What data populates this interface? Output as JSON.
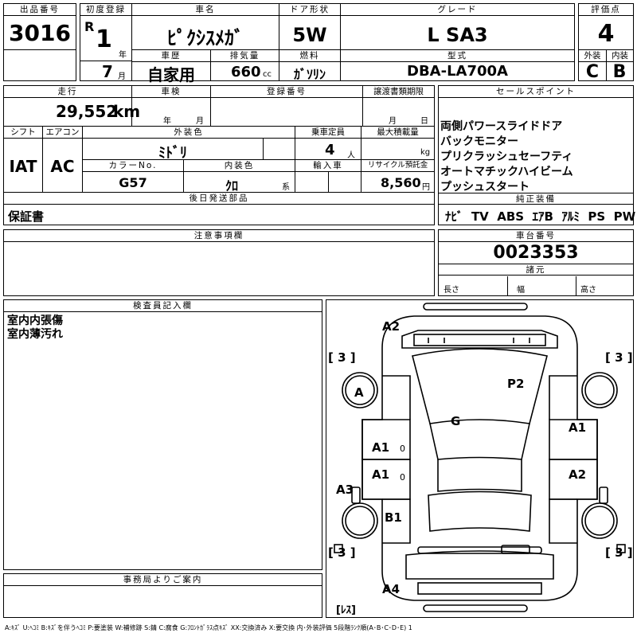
{
  "header": {
    "lot_no_label": "出品番号",
    "lot_no": "3016",
    "first_reg_label": "初度登録",
    "era": "R",
    "year_num": "1",
    "year_unit": "年",
    "month_num": "7",
    "month_unit": "月",
    "car_name_label": "車名",
    "car_name": "ﾋﾟｸｼｽﾒｶﾞ",
    "door_label": "ドア形状",
    "door": "5W",
    "grade_label": "グレード",
    "grade": "L SA3",
    "score_label": "評価点",
    "score": "4",
    "history_label": "車歴",
    "history": "自家用",
    "displacement_label": "排気量",
    "displacement": "660",
    "displacement_unit": "cc",
    "fuel_label": "燃料",
    "fuel": "ｶﾞｿﾘﾝ",
    "model_label": "型式",
    "model": "DBA-LA700A",
    "exterior_label": "外装",
    "exterior": "C",
    "interior_label": "内装",
    "interior": "B"
  },
  "row2": {
    "mileage_label": "走行",
    "mileage": "29,552",
    "mileage_unit": "km",
    "inspection_label": "車検",
    "inspection_year": "年",
    "inspection_month": "月",
    "reg_no_label": "登録番号",
    "transfer_label": "譲渡書類期限",
    "transfer_month": "月",
    "transfer_day": "日",
    "shift_label": "シフト",
    "shift": "IAT",
    "ac_label": "エアコン",
    "ac": "AC",
    "color_label": "外装色",
    "color": "ﾐﾄﾞﾘ",
    "capacity_label": "乗車定員",
    "capacity": "4",
    "capacity_unit": "人",
    "load_label": "最大積載量",
    "load_unit": "kg",
    "color_no_label": "カラーNo.",
    "color_no": "G57",
    "int_color_label": "内装色",
    "int_color": "ｸﾛ",
    "int_color_unit": "系",
    "import_label": "輸入車",
    "recycle_label": "リサイクル預託金",
    "recycle": "8,560",
    "recycle_unit": "円",
    "later_label": "後日発送部品",
    "later": "保証書"
  },
  "sales": {
    "label": "セールスポイント",
    "points": [
      "両側パワースライドドア",
      "バックモニター",
      "プリクラッシュセーフティ",
      "オートマチックハイビーム",
      "プッシュスタート"
    ],
    "equip_label": "純正装備",
    "equipment": "ﾅﾋﾞ  TV  ABS  ｴｱB  ｱﾙﾐ  PS  PW"
  },
  "notes": {
    "label": "注意事項欄"
  },
  "chassis": {
    "label": "車台番号",
    "number": "0023353",
    "specs_label": "諸元",
    "length_label": "長さ",
    "width_label": "幅",
    "height_label": "高さ"
  },
  "inspector": {
    "label": "検査員記入欄",
    "lines": [
      "室内内張傷",
      "室内薄汚れ"
    ]
  },
  "office": {
    "label": "事務局よりご案内"
  },
  "diagram": {
    "marks": [
      "A2",
      "P2",
      "A",
      "G",
      "A1",
      "0",
      "A1",
      "A1",
      "0",
      "A2",
      "A3",
      "B1",
      "A4"
    ],
    "tires": [
      "[ 3 ]",
      "[ 3 ]",
      "[ 3 ]",
      "[ 3 ]"
    ],
    "spare": "[ﾚｽ]"
  },
  "legend": "A:ｷｽﾞ U:ﾍｺﾐ B:ｷｽﾞを伴うﾍｺﾐ P:要塗装 W:補修跡 S:錆 C:腐食 G:ﾌﾛﾝﾄｶﾞﾗｽ点ｷｽﾞ XX:交換済み X:要交換 内･外装評価 5段階ﾗﾝｸ順(A･B･C･D･E) 1"
}
